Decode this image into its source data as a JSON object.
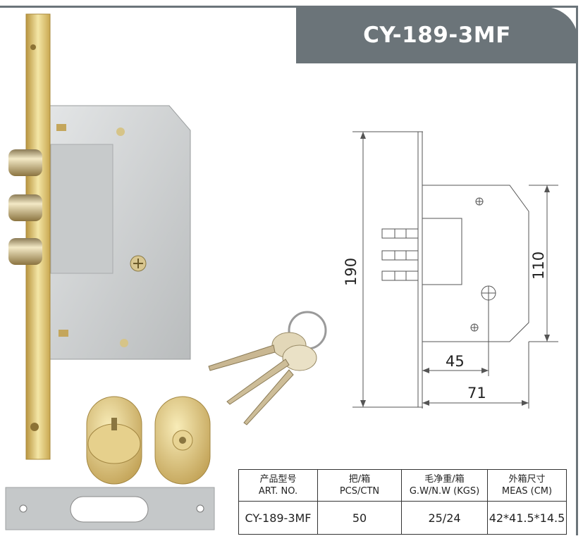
{
  "header": {
    "model_title": "CY-189-3MF"
  },
  "dimensions": {
    "height_total": "190",
    "height_case": "110",
    "backset": "45",
    "width_total": "71"
  },
  "spec_table": {
    "headers": [
      {
        "zh": "产品型号",
        "en": "ART. NO."
      },
      {
        "zh": "把/箱",
        "en": "PCS/CTN"
      },
      {
        "zh": "毛净重/箱",
        "en": "G.W/N.W (KGS)"
      },
      {
        "zh": "外箱尺寸",
        "en": "MEAS (CM)"
      }
    ],
    "row": {
      "art_no": "CY-189-3MF",
      "pcs_ctn": "50",
      "weight": "25/24",
      "meas": "42*41.5*14.5"
    }
  },
  "colors": {
    "header_bg": "#6b7479",
    "brass": "#d9c27a",
    "steel": "#c9cccd"
  }
}
